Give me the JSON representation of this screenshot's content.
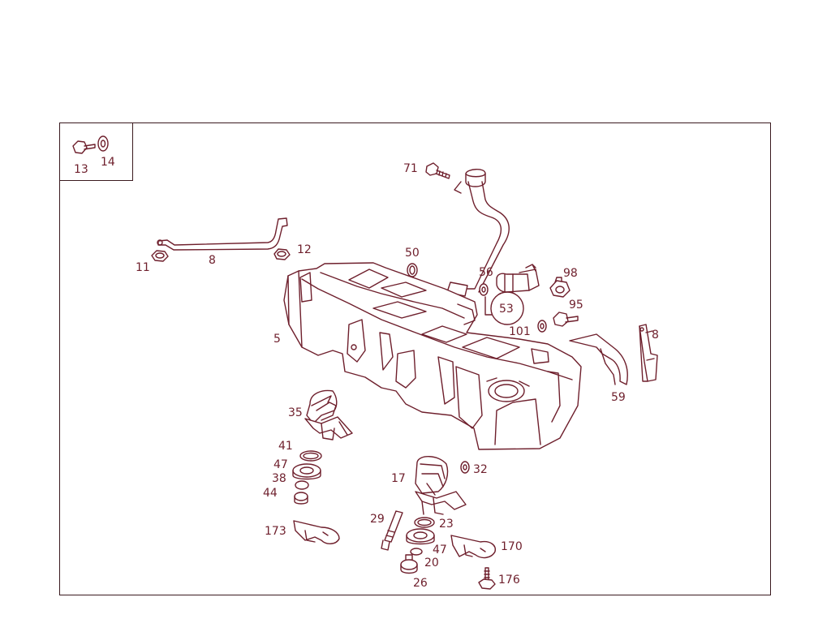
{
  "diagram": {
    "line_color": "#6e1f2c",
    "frame_color": "#3a1a1f",
    "callouts": {
      "c13": "13",
      "c14": "14",
      "c71": "71",
      "c11": "11",
      "c8a": "8",
      "c12": "12",
      "c50": "50",
      "c56": "56",
      "c98": "98",
      "c53": "53",
      "c95": "95",
      "c101": "101",
      "c8b": "8",
      "c5": "5",
      "c59": "59",
      "c35": "35",
      "c41": "41",
      "c47a": "47",
      "c38": "38",
      "c44": "44",
      "c32": "32",
      "c17": "17",
      "c29": "29",
      "c23": "23",
      "c173": "173",
      "c170": "170",
      "c47b": "47",
      "c20": "20",
      "c26": "26",
      "c176": "176"
    }
  }
}
